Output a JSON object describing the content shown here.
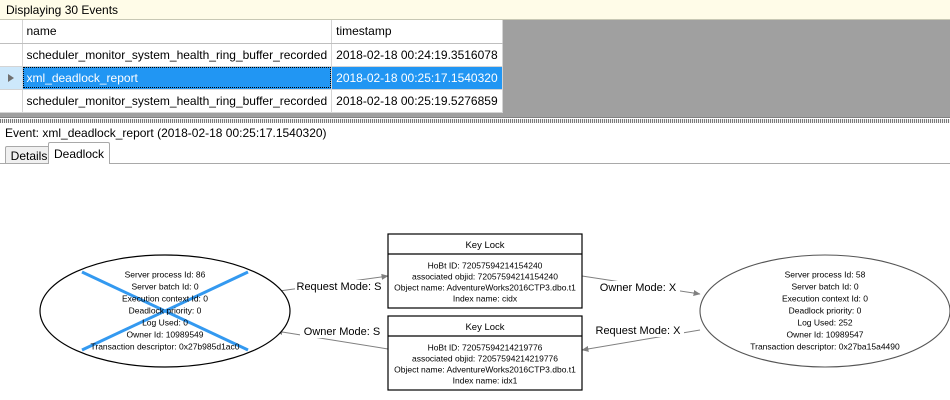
{
  "banner": {
    "text": "Displaying 30 Events"
  },
  "grid": {
    "columns": [
      "",
      "name",
      "timestamp"
    ],
    "rows": [
      {
        "selector": "",
        "name": "scheduler_monitor_system_health_ring_buffer_recorded",
        "timestamp": "2018-02-18 00:24:19.3516078",
        "selected": false
      },
      {
        "selector": "▶",
        "name": "xml_deadlock_report",
        "timestamp": "2018-02-18 00:25:17.1540320",
        "selected": true
      },
      {
        "selector": "",
        "name": "scheduler_monitor_system_health_ring_buffer_recorded",
        "timestamp": "2018-02-18 00:25:19.5276859",
        "selected": false
      }
    ]
  },
  "event_header": {
    "text": "Event: xml_deadlock_report (2018-02-18 00:25:17.1540320)"
  },
  "tabs": [
    {
      "label": "Details",
      "active": false
    },
    {
      "label": "Deadlock",
      "active": true
    }
  ],
  "deadlock_graph": {
    "victim_marker_color": "#3399f0",
    "process_left": {
      "is_victim": true,
      "lines": [
        "Server process Id: 86",
        "Server batch Id: 0",
        "Execution context Id: 0",
        "Deadlock priority: 0",
        "Log Used: 0",
        "Owner Id: 10989549",
        "Transaction descriptor: 0x27b985d1ac0"
      ]
    },
    "process_right": {
      "is_victim": false,
      "lines": [
        "Server process Id: 58",
        "Server batch Id: 0",
        "Execution context Id: 0",
        "Deadlock priority: 0",
        "Log Used: 252",
        "Owner Id: 10989547",
        "Transaction descriptor: 0x27ba15a4490"
      ]
    },
    "resource_top": {
      "title": "Key Lock",
      "lines": [
        "HoBt ID: 72057594214154240",
        "associated objid: 72057594214154240",
        "Object name: AdventureWorks2016CTP3.dbo.t1",
        "Index name: cidx"
      ]
    },
    "resource_bottom": {
      "title": "Key Lock",
      "lines": [
        "HoBt ID: 72057594214219776",
        "associated objid: 72057594214219776",
        "Object name: AdventureWorks2016CTP3.dbo.t1",
        "Index name: idx1"
      ]
    },
    "edges": [
      {
        "label": "Request Mode: S",
        "from": "process_left",
        "to": "resource_top"
      },
      {
        "label": "Owner Mode: S",
        "from": "resource_bottom",
        "to": "process_left"
      },
      {
        "label": "Owner Mode: X",
        "from": "resource_top",
        "to": "process_right"
      },
      {
        "label": "Request Mode: X",
        "from": "process_right",
        "to": "resource_bottom"
      }
    ]
  }
}
